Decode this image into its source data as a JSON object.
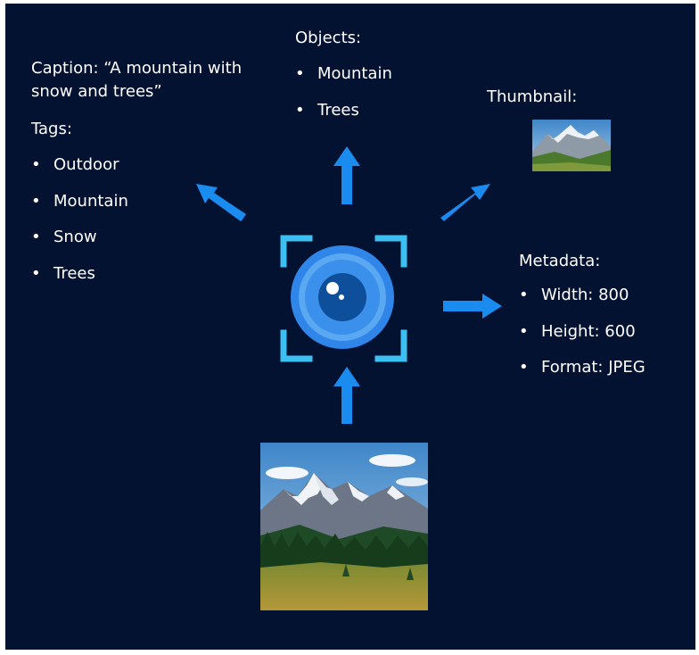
{
  "caption": "Caption: “A mountain with snow and trees”",
  "tags": {
    "heading": "Tags:",
    "items": [
      "Outdoor",
      "Mountain",
      "Snow",
      "Trees"
    ]
  },
  "objects": {
    "heading": "Objects:",
    "items": [
      "Mountain",
      "Trees"
    ]
  },
  "thumbnail": {
    "heading": "Thumbnail:"
  },
  "metadata": {
    "heading": "Metadata:",
    "items": [
      "Width: 800",
      "Height: 600",
      "Format: JPEG"
    ]
  },
  "colors": {
    "background": "#041232",
    "arrow": "#1a8cf0",
    "lens_outer": "#2f86e8",
    "lens_ring": "#5aa8f2",
    "lens_inner": "#3a90ea",
    "pupil": "#0d4f9a",
    "bracket": "#3cc0f2"
  },
  "icons": [
    "eye-lens-icon",
    "scan-bracket-icon",
    "arrow-icon",
    "mountain-photo-icon"
  ]
}
